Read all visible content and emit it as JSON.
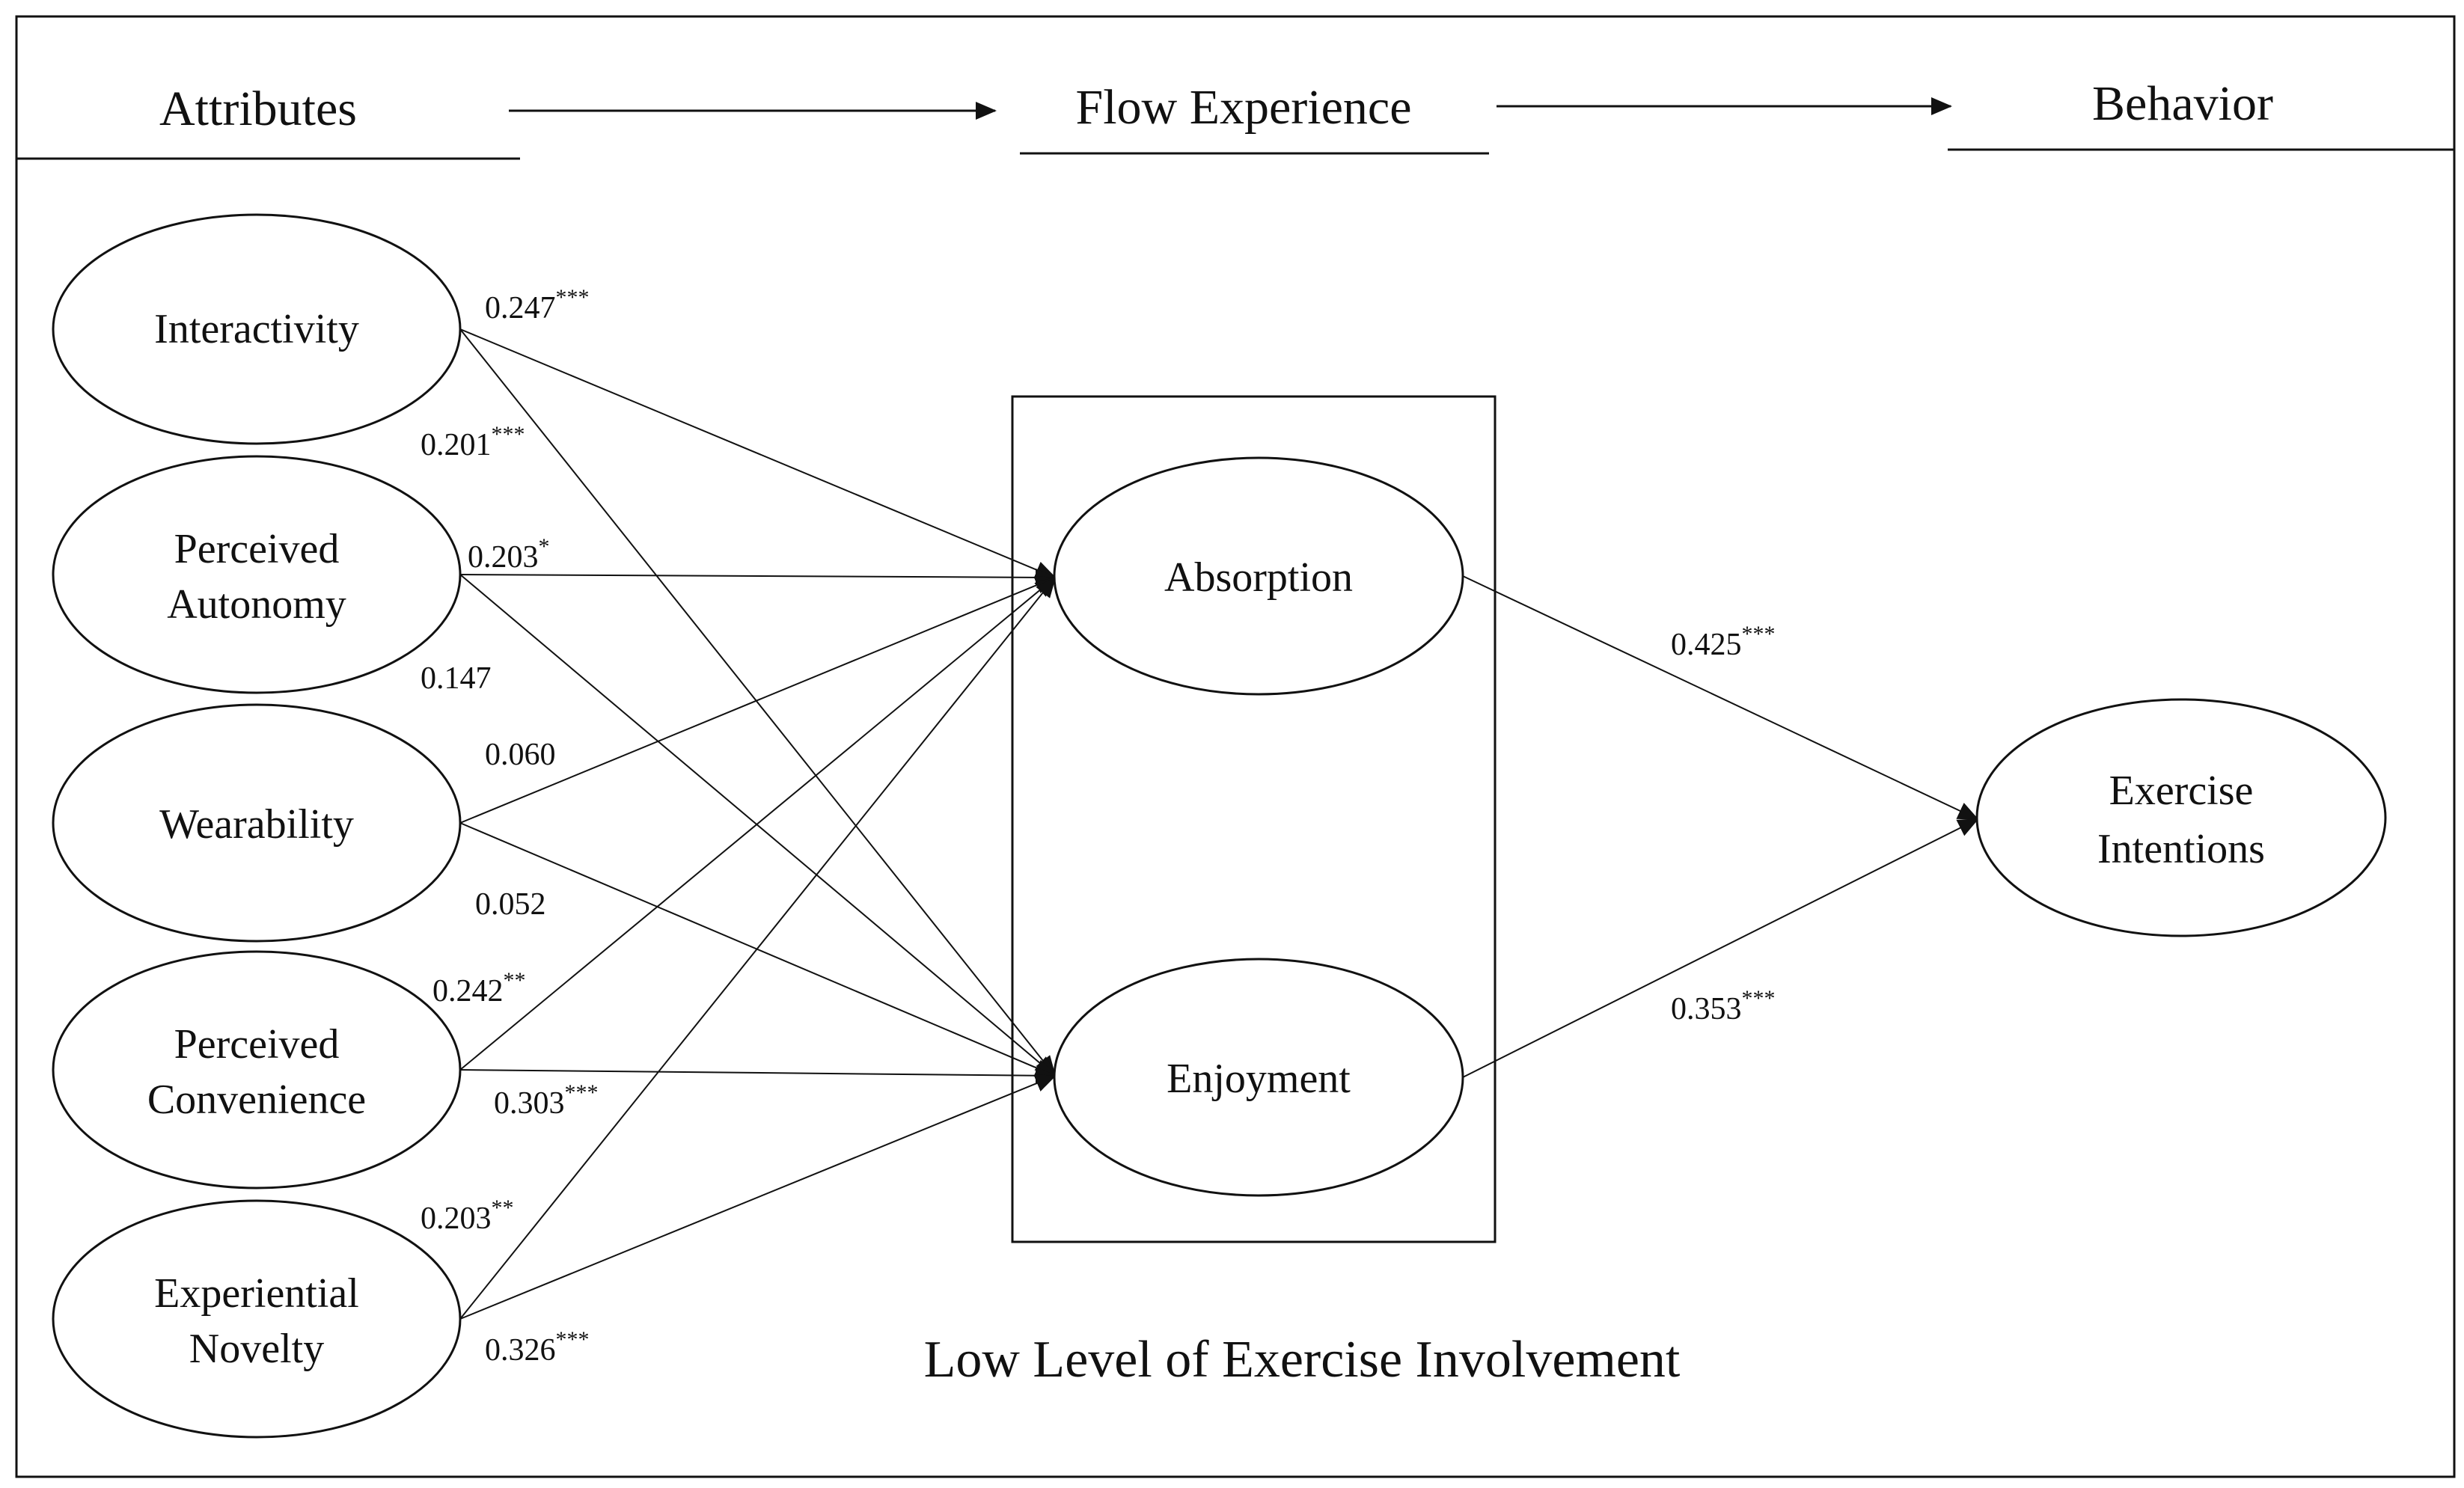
{
  "headers": {
    "attributes": "Attributes",
    "flow": "Flow Experience",
    "behavior": "Behavior"
  },
  "nodes": {
    "interactivity": "Interactivity",
    "autonomy_1": "Perceived",
    "autonomy_2": "Autonomy",
    "wearability": "Wearability",
    "convenience_1": "Perceived",
    "convenience_2": "Convenience",
    "novelty_1": "Experiential",
    "novelty_2": "Novelty",
    "absorption": "Absorption",
    "enjoyment": "Enjoyment",
    "intentions_1": "Exercise",
    "intentions_2": "Intentions"
  },
  "coefficients": {
    "interactivity_absorption": {
      "value": "0.247",
      "stars": "***"
    },
    "interactivity_enjoyment": {
      "value": "0.201",
      "stars": "***"
    },
    "autonomy_absorption": {
      "value": "0.203",
      "stars": "*"
    },
    "autonomy_enjoyment": {
      "value": "0.147",
      "stars": ""
    },
    "wearability_absorption": {
      "value": "0.060",
      "stars": ""
    },
    "wearability_enjoyment": {
      "value": "0.052",
      "stars": ""
    },
    "convenience_absorption": {
      "value": "0.242",
      "stars": "**"
    },
    "convenience_enjoyment": {
      "value": "0.303",
      "stars": "***"
    },
    "novelty_absorption": {
      "value": "0.203",
      "stars": "**"
    },
    "novelty_enjoyment": {
      "value": "0.326",
      "stars": "***"
    },
    "absorption_intentions": {
      "value": "0.425",
      "stars": "***"
    },
    "enjoyment_intentions": {
      "value": "0.353",
      "stars": "***"
    }
  },
  "caption": "Low Level of Exercise Involvement"
}
